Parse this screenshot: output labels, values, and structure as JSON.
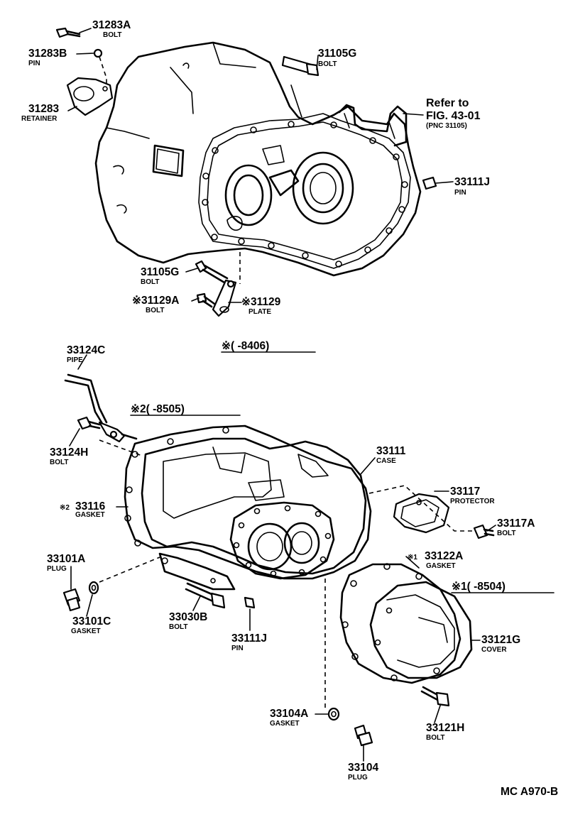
{
  "parts": {
    "p31283A": {
      "number": "31283A",
      "name": "BOLT"
    },
    "p31283B": {
      "number": "31283B",
      "name": "PIN"
    },
    "p31283": {
      "number": "31283",
      "name": "RETAINER"
    },
    "p31105G_top": {
      "number": "31105G",
      "name": "BOLT"
    },
    "p33111J_top": {
      "number": "33111J",
      "name": "PIN"
    },
    "p31105G_bottom": {
      "number": "31105G",
      "name": "BOLT"
    },
    "p31129A": {
      "number": "※31129A",
      "name": "BOLT"
    },
    "p31129": {
      "number": "※31129",
      "name": "PLATE"
    },
    "p33124C": {
      "number": "33124C",
      "name": "PIPE"
    },
    "p33124H": {
      "number": "33124H",
      "name": "BOLT"
    },
    "p33111": {
      "number": "33111",
      "name": "CASE"
    },
    "p33117": {
      "number": "33117",
      "name": "PROTECTOR"
    },
    "p33117A": {
      "number": "33117A",
      "name": "BOLT"
    },
    "p33116": {
      "number": "33116",
      "prefix": "※2",
      "name": "GASKET"
    },
    "p33101A": {
      "number": "33101A",
      "name": "PLUG"
    },
    "p33101C": {
      "number": "33101C",
      "name": "GASKET"
    },
    "p33030B": {
      "number": "33030B",
      "name": "BOLT"
    },
    "p33111J_bottom": {
      "number": "33111J",
      "name": "PIN"
    },
    "p33122A": {
      "number": "33122A",
      "prefix": "※1",
      "name": "GASKET"
    },
    "p33121G": {
      "number": "33121G",
      "name": "COVER"
    },
    "p33121H": {
      "number": "33121H",
      "name": "BOLT"
    },
    "p33104A": {
      "number": "33104A",
      "name": "GASKET"
    },
    "p33104": {
      "number": "33104",
      "name": "PLUG"
    }
  },
  "reference": {
    "line1": "Refer to",
    "line2": "FIG. 43-01",
    "line3": "(PNC 31105)"
  },
  "notes": {
    "n8406": "※(    -8406)",
    "n8505": "※2(    -8505)",
    "n8504": "※1(    -8504)"
  },
  "footer": {
    "code": "MC A970-B"
  }
}
